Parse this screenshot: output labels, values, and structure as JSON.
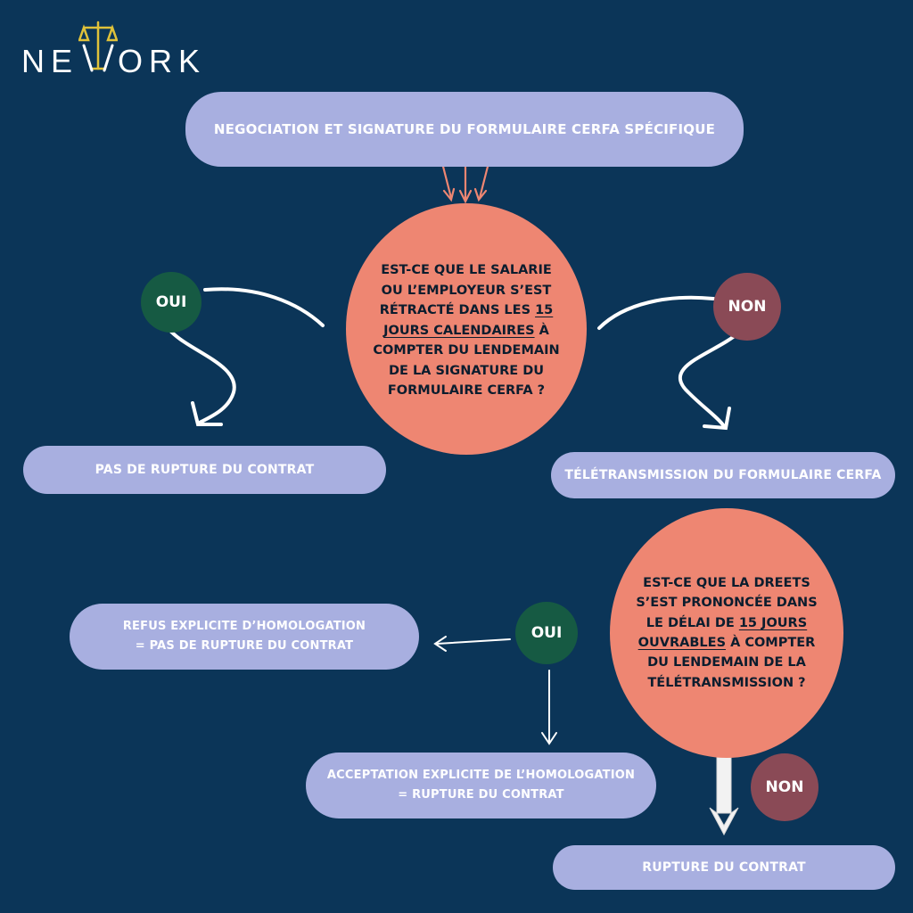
{
  "logo": {
    "pre": "NE",
    "post": "ORK",
    "colors": {
      "text": "#ffffff",
      "scale": "#e0c23a"
    }
  },
  "top_box": "NEGOCIATION ET SIGNATURE DU FORMULAIRE CERFA SPÉCIFIQUE",
  "question1": {
    "line1": "EST-CE QUE LE SALARIE",
    "line2": "OU L’EMPLOYEUR S’EST",
    "line3_pre": "RÉTRACTÉ DANS LES ",
    "line3_u": "15",
    "line4_u": "JOURS CALENDAIRES",
    "line4_post": " À",
    "line5": "COMPTER DU LENDEMAIN",
    "line6": "DE LA SIGNATURE DU",
    "line7": "FORMULAIRE CERFA ?"
  },
  "badge_oui_1": "OUI",
  "badge_non_1": "NON",
  "box_no_rupture": "PAS DE RUPTURE DU CONTRAT",
  "box_teletransmission": "TÉLÉTRANSMISSION DU FORMULAIRE CERFA",
  "question2": {
    "line1": "EST-CE QUE LA DREETS",
    "line2": "S’EST PRONONCÉE DANS",
    "line3_pre": "LE DÉLAI DE ",
    "line3_u": "15 JOURS",
    "line4_u": "OUVRABLES",
    "line4_post": " À COMPTER",
    "line5": "DU LENDEMAIN DE LA",
    "line6": "TÉLÉTRANSMISSION ?"
  },
  "badge_oui_2": "OUI",
  "badge_non_2": "NON",
  "box_refus": {
    "line1": "REFUS EXPLICITE D’HOMOLOGATION",
    "line2": "= PAS DE RUPTURE DU CONTRAT"
  },
  "box_acceptation": {
    "line1": "ACCEPTATION EXPLICITE DE L’HOMOLOGATION",
    "line2": "= RUPTURE DU CONTRAT"
  },
  "box_rupture": "RUPTURE DU CONTRAT",
  "colors": {
    "background": "#0b3558",
    "box": "#a8afe0",
    "circle": "#ee8672",
    "oui": "#165a43",
    "non": "#8a4a56",
    "arrow_pink": "#ee8672"
  }
}
